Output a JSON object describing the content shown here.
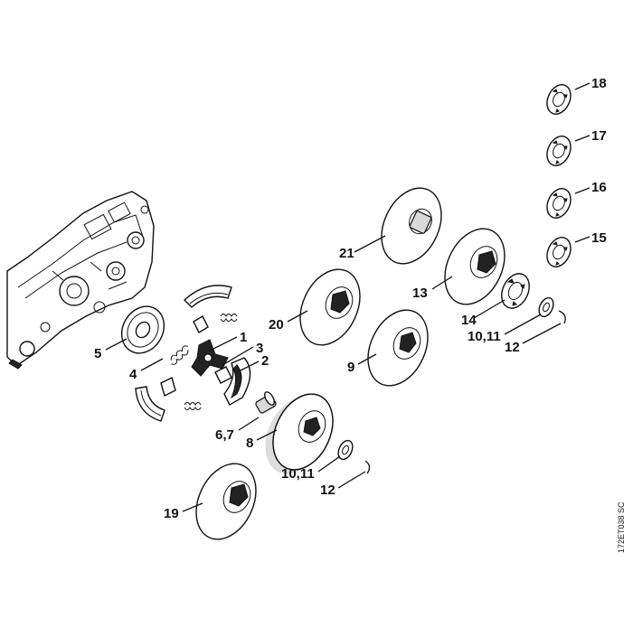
{
  "labels": {
    "p1": "1",
    "p2": "2",
    "p3": "3",
    "p4": "4",
    "p5": "5",
    "p67": "6,7",
    "p8": "8",
    "p9": "9",
    "p1011a": "10,11",
    "p12a": "12",
    "p1011b": "10,11",
    "p12b": "12",
    "p13": "13",
    "p14": "14",
    "p15": "15",
    "p16": "16",
    "p17": "17",
    "p18": "18",
    "p19": "19",
    "p20": "20",
    "p21": "21"
  },
  "drawing_ref": "172ET038 SC"
}
